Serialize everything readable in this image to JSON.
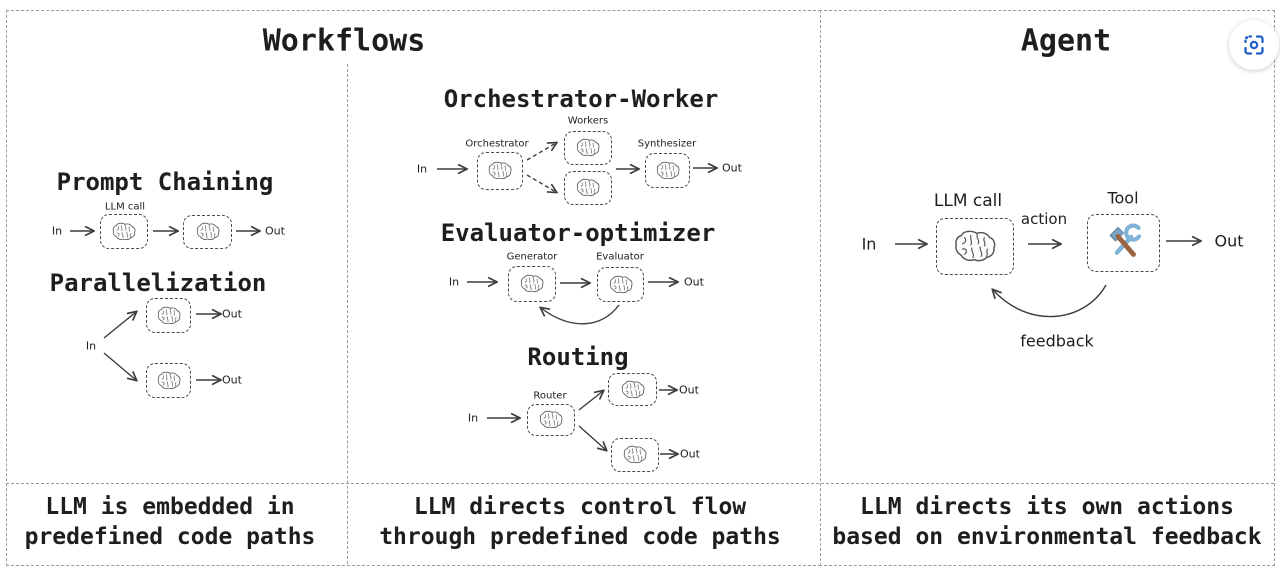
{
  "colors": {
    "accent_blue": "#1d5dc8",
    "ink": "#1e1e1e",
    "panel_border": "#9a9a9a"
  },
  "icons": {
    "screenshot_button": "screenshot-capture-icon",
    "brain": "brain-doodle-icon",
    "tool": "hammer-and-wrench-icon"
  },
  "workflows": {
    "title": "Workflows",
    "caption1": [
      "LLM is embedded in",
      "predefined code paths"
    ],
    "caption2": [
      "LLM directs control flow",
      "through predefined code paths"
    ],
    "pc": {
      "title": "Prompt Chaining",
      "llm_call": "LLM call",
      "in": "In",
      "out": "Out"
    },
    "par": {
      "title": "Parallelization",
      "in": "In",
      "out1": "Out",
      "out2": "Out"
    },
    "ow": {
      "title": "Orchestrator-Worker",
      "in": "In",
      "out": "Out",
      "orchestrator": "Orchestrator",
      "workers": "Workers",
      "synthesizer": "Synthesizer"
    },
    "eo": {
      "title": "Evaluator-optimizer",
      "in": "In",
      "out": "Out",
      "generator": "Generator",
      "evaluator": "Evaluator"
    },
    "rt": {
      "title": "Routing",
      "in": "In",
      "router": "Router",
      "out1": "Out",
      "out2": "Out"
    }
  },
  "agent": {
    "title": "Agent",
    "caption": [
      "LLM directs its own actions",
      "based on environmental feedback"
    ],
    "in": "In",
    "out": "Out",
    "llm_call": "LLM call",
    "action": "action",
    "tool": "Tool",
    "feedback": "feedback"
  }
}
